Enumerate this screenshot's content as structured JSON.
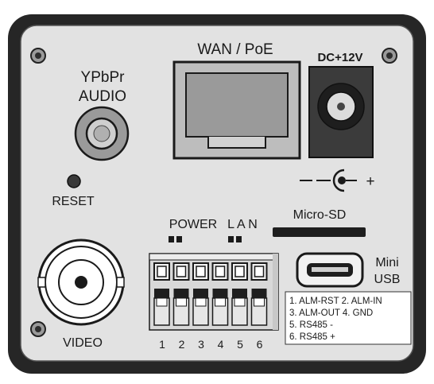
{
  "labels": {
    "wan": "WAN / PoE",
    "dc": "DC+12V",
    "audio_top": "YPbPr",
    "audio_bottom": "AUDIO",
    "reset": "RESET",
    "power": "POWER",
    "lan": "L A N",
    "microsd": "Micro-SD",
    "mini": "Mini",
    "usb": "USB",
    "video": "VIDEO",
    "polarity_minus": "-",
    "polarity_plus": "+"
  },
  "pin_numbers": [
    "1",
    "2",
    "3",
    "4",
    "5",
    "6"
  ],
  "pin_legend": [
    "1. ALM-RST  2. ALM-IN",
    "3. ALM-OUT  4. GND",
    "5. RS485 -",
    "6. RS485 +"
  ],
  "colors": {
    "panel_outer": "#2a2a2a",
    "panel_face": "#e2e2e2",
    "connector": "#8a8a8a",
    "terminal_block": "#d8d8d8"
  }
}
